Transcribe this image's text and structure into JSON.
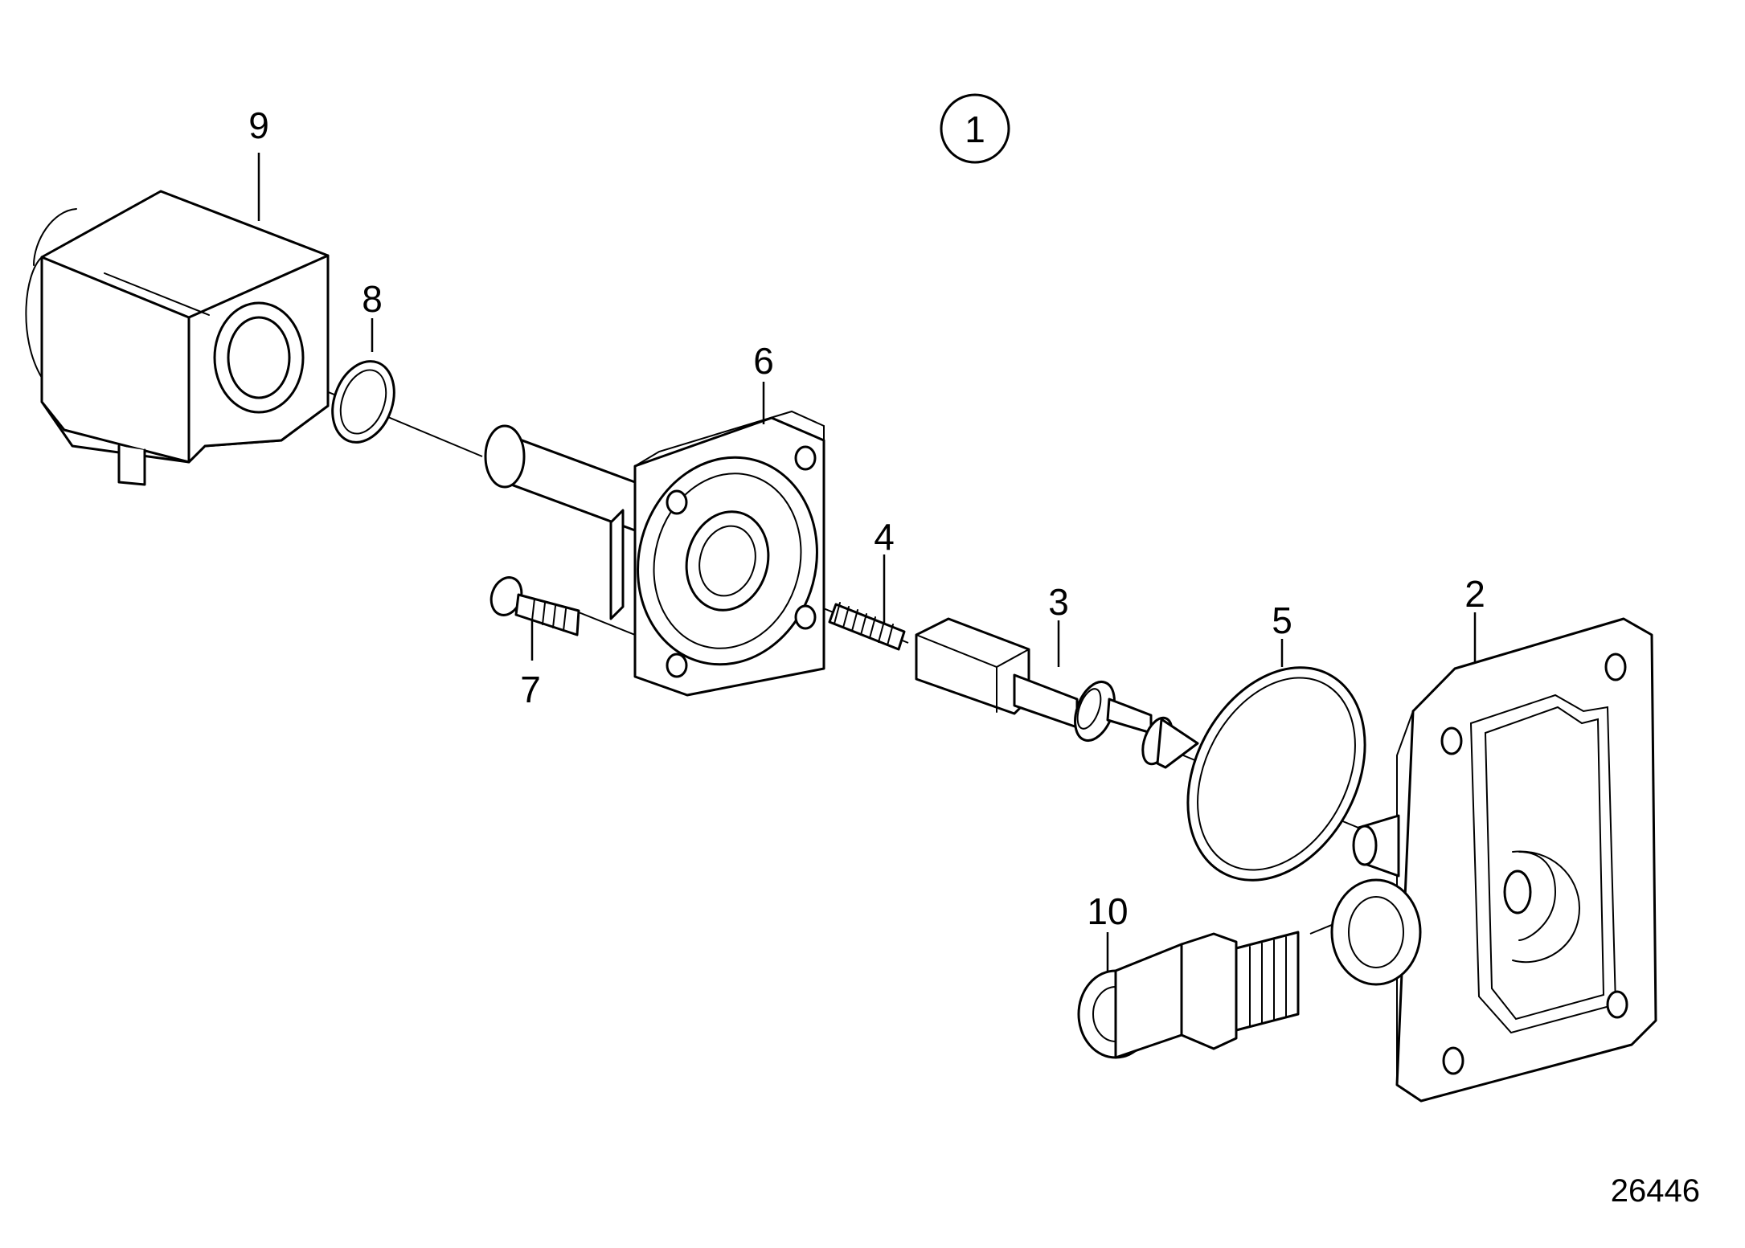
{
  "view_marker": "1",
  "reference_number": "26446",
  "part_labels": {
    "p2": "2",
    "p3": "3",
    "p4": "4",
    "p5": "5",
    "p6": "6",
    "p7": "7",
    "p8": "8",
    "p9": "9",
    "p10": "10"
  }
}
